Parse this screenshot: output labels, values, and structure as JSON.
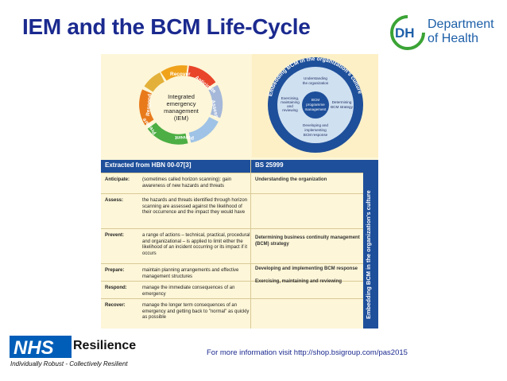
{
  "slide": {
    "title": "IEM and the BCM Life-Cycle",
    "footer_link_text": "For more information visit http://shop.bsigroup.com/pas2015"
  },
  "dh_logo": {
    "mark": "DH",
    "line1": "Department",
    "line2": "of Health"
  },
  "nhs_logo": {
    "mark": "NHS",
    "name": "Resilience",
    "tagline": "Individually Robust - Collectively Resilient"
  },
  "iem_diagram": {
    "center_lines": [
      "Integrated",
      "emergency",
      "management",
      "(IEM)"
    ],
    "segments": [
      "Recover",
      "Anticipate",
      "Assess",
      "Prevent",
      "Prepare",
      "Respond"
    ]
  },
  "bcm_diagram": {
    "outer_label": "Embedding BCM in the organization's culture",
    "center_lines": [
      "BCM",
      "programme",
      "management"
    ],
    "top_lines": [
      "Understanding",
      "the organization"
    ],
    "left_lines": [
      "Exercising,",
      "maintaining",
      "and",
      "reviewing"
    ],
    "right_lines": [
      "Determining",
      "BCM strategy"
    ],
    "bottom_lines": [
      "Developing and",
      "implementing",
      "BCM response"
    ]
  },
  "table": {
    "col1_header": "Extracted from HBN 00-07[3]",
    "col2_header": "BS 25999",
    "side_label": "Embedding BCM in the organization's culture",
    "rows": [
      {
        "label": "Anticipate:",
        "text": "(sometimes called horizon scanning): gain awareness of new hazards and threats",
        "bs": "Understanding the organization"
      },
      {
        "label": "Assess:",
        "text": "the hazards and threats identified through horizon scanning are assessed against the likelihood of their occurrence and the impact they would have",
        "bs": ""
      },
      {
        "label": "Prevent:",
        "text": "a range of actions – technical, practical, procedural and organizational – is applied to limit either the likelihood of an incident occurring or its impact if it occurs",
        "bs": "Determining business continuity management (BCM) strategy"
      },
      {
        "label": "Prepare:",
        "text": "maintain planning arrangements and effective management structures",
        "bs": "Developing and implementing BCM response"
      },
      {
        "label": "Respond:",
        "text": "manage the immediate consequences of an emergency",
        "bs": "Exercising, maintaining and reviewing"
      },
      {
        "label": "Recover:",
        "text": "manage the longer term consequences of an emergency and getting back to \"normal\" as quickly as possible",
        "bs": ""
      }
    ]
  },
  "colors": {
    "title_blue": "#1b2a8f",
    "table_header_blue": "#1e4f9a",
    "nhs_blue": "#005eb8",
    "dh_green": "#3aa335",
    "dh_blue": "#1d5fa8"
  }
}
